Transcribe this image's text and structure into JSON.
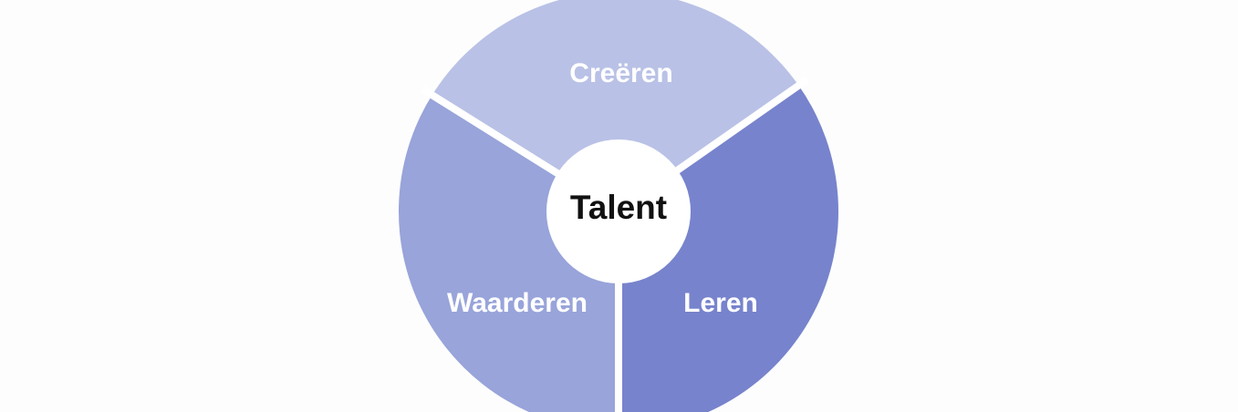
{
  "diagram": {
    "center": {
      "label": "Talent",
      "color": "#ffffff",
      "text_color": "#111111"
    },
    "segments": [
      {
        "label": "Creëren",
        "color": "#b9c1e6"
      },
      {
        "label": "Leren",
        "color": "#7783cc"
      },
      {
        "label": "Waarderen",
        "color": "#98a4da"
      }
    ],
    "divider_color": "#ffffff",
    "text_color": "#ffffff"
  }
}
